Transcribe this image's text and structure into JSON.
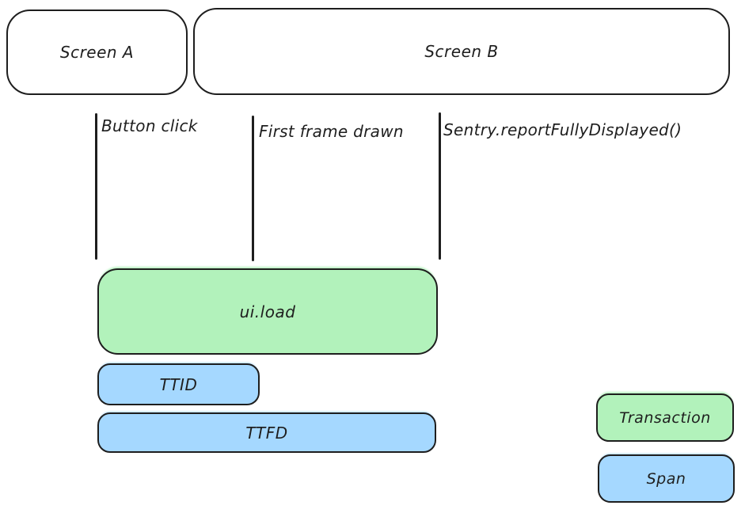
{
  "diagram": {
    "title_hint": "Sentry screen-load timing diagram",
    "screens": [
      {
        "label": "Screen A"
      },
      {
        "label": "Screen B"
      }
    ],
    "events": [
      {
        "label": "Button click"
      },
      {
        "label": "First frame drawn"
      },
      {
        "label": "Sentry.reportFullyDisplayed()"
      }
    ],
    "bars": [
      {
        "label": "ui.load",
        "type": "transaction"
      },
      {
        "label": "TTID",
        "type": "span"
      },
      {
        "label": "TTFD",
        "type": "span"
      }
    ],
    "legend": [
      {
        "label": "Transaction",
        "color": "#b2f2bb"
      },
      {
        "label": "Span",
        "color": "#a5d8ff"
      }
    ],
    "colors": {
      "stroke": "#1e1e1e",
      "transaction_fill": "#b2f2bb",
      "span_fill": "#a5d8ff",
      "background": "#ffffff"
    }
  }
}
